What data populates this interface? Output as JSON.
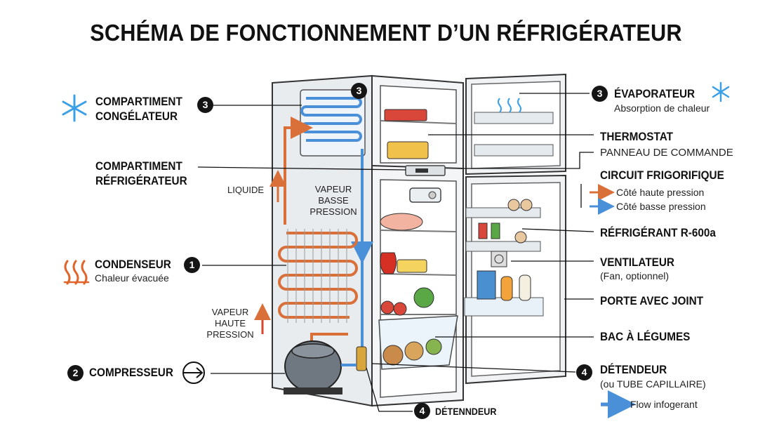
{
  "title": "SCHÉMA DE FONCTIONNEMENT D’UN RÉFRIGÉRATEUR",
  "labels": {
    "freezer": [
      "COMPARTIMENT",
      "CONGÉLATEUR"
    ],
    "fridge": [
      "COMPARTIMENT",
      "RÉFRIGÉRATEUR"
    ],
    "condenser": "CONDENSEUR",
    "condenser_sub": "Chaleur évacuée",
    "compressor": "COMPRESSEUR",
    "expansion_bottom": "DÉTENNDEUR",
    "evaporator": "ÉVAPORATEUR",
    "evaporator_sub": "Absorption de chaleur",
    "thermostat": "THERMOSTAT",
    "control_panel": "PANNEAU DE COMMANDE",
    "circuit": "CIRCUIT FRIGORIFIQUE",
    "high_pressure": "Côté haute pression",
    "low_pressure": "Côté basse pression",
    "refrigerant": "RÉFRIGÉRANT R-600a",
    "fan": "VENTILATEUR",
    "fan_sub": "(Fan, optionnel)",
    "door": "PORTE AVEC JOINT",
    "crisper": "BAC À LÉGUMES",
    "expansion": "DÉTENDEUR",
    "expansion_sub": "(ou TUBE CAPILLAIRE)",
    "flow": "Flow infogerant",
    "liquid": "LIQUIDE",
    "vapor_low": [
      "VAPEUR",
      "BASSE",
      "PRESSION"
    ],
    "vapor_high": [
      "VAPEUR",
      "HAUTE",
      "PRESSION"
    ]
  },
  "badges": {
    "one": "1",
    "two": "2",
    "three": "3",
    "four": "4"
  },
  "colors": {
    "high_pressure_pipe": "#d9703a",
    "low_pressure_pipe": "#4a90d9",
    "cold_accent": "#3aa0e8",
    "heat_accent": "#e0652a",
    "badge": "#151515"
  },
  "icons": [
    "snowflake-icon",
    "heat-waves-icon",
    "compressor-arrow-icon",
    "arrow-right-icon"
  ]
}
